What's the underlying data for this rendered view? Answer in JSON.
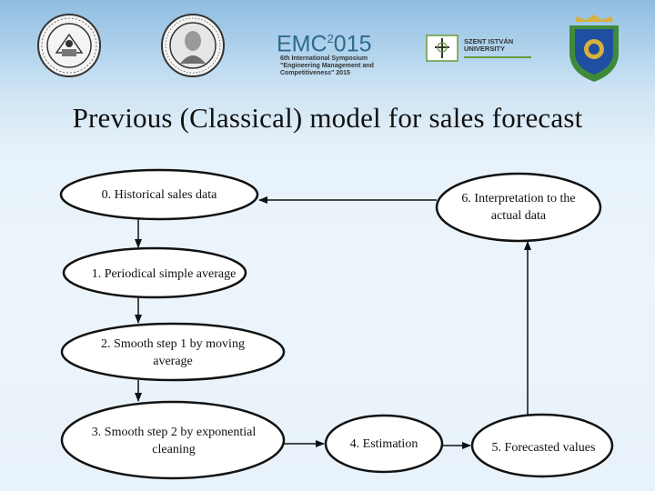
{
  "logos": {
    "emc_title": "EMC",
    "emc_sup": "2",
    "emc_year": "015",
    "emc_subtitle": "6th International Symposium \"Engineering Management and Competitiveness\" 2015",
    "szent_istvan": "SZENT ISTVÁN UNIVERSITY",
    "icons": [
      "university-seal-icon",
      "portrait-seal-icon",
      "emc-logo",
      "szent-istvan-logo",
      "coat-of-arms-icon"
    ]
  },
  "title": "Previous (Classical) model for sales forecast",
  "nodes": {
    "n0": "0. Historical sales data",
    "n1": "1. Periodical simple average",
    "n2": "2. Smooth step 1 by moving average",
    "n3": "3. Smooth step 2 by exponential cleaning",
    "n4": "4. Estimation",
    "n5": "5. Forecasted values",
    "n6": "6. Interpretation to the actual data"
  },
  "colors": {
    "node_fill": "#ffffff",
    "node_stroke": "#111111",
    "background_top": "#9fc6e4",
    "background_bottom": "#e8f2fa",
    "emc_blue": "#2e6a8e",
    "coat_blue": "#1f4fa0",
    "coat_gold": "#d8b13a",
    "coat_green": "#3f8a3a"
  }
}
